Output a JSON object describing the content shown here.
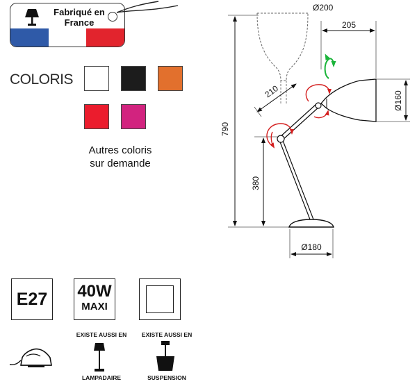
{
  "badge": {
    "line1": "Fabriqué en",
    "line2": "France",
    "flag_colors": [
      "#2f5aa8",
      "#ffffff",
      "#e2242d"
    ]
  },
  "colors": {
    "label": "COLORIS",
    "swatches": [
      {
        "name": "white",
        "hex": "#ffffff"
      },
      {
        "name": "black",
        "hex": "#1c1c1c"
      },
      {
        "name": "orange",
        "hex": "#e2702d"
      },
      {
        "name": "red",
        "hex": "#eb1c2d"
      },
      {
        "name": "magenta",
        "hex": "#d2237f"
      }
    ],
    "note_line1": "Autres coloris",
    "note_line2": "sur demande"
  },
  "specs": {
    "socket": "E27",
    "power": "40W",
    "power_note": "MAXI",
    "also_exists_left": "EXISTE AUSSI EN",
    "also_exists_right": "EXISTE AUSSI EN",
    "variant_left": "LAMPADAIRE",
    "variant_right": "SUSPENSION"
  },
  "dimensions": {
    "shade_diameter_top": "Ø200",
    "arm_length": "205",
    "shade_length": "210",
    "shade_diameter_side": "Ø160",
    "total_height": "790",
    "lower_arm": "380",
    "base_diameter": "Ø180"
  },
  "icons": {
    "lamp_icon": "table-lamp-icon",
    "switch_icon": "foot-switch-icon",
    "floor_lamp_icon": "floor-lamp-icon",
    "pendant_icon": "pendant-lamp-icon"
  }
}
